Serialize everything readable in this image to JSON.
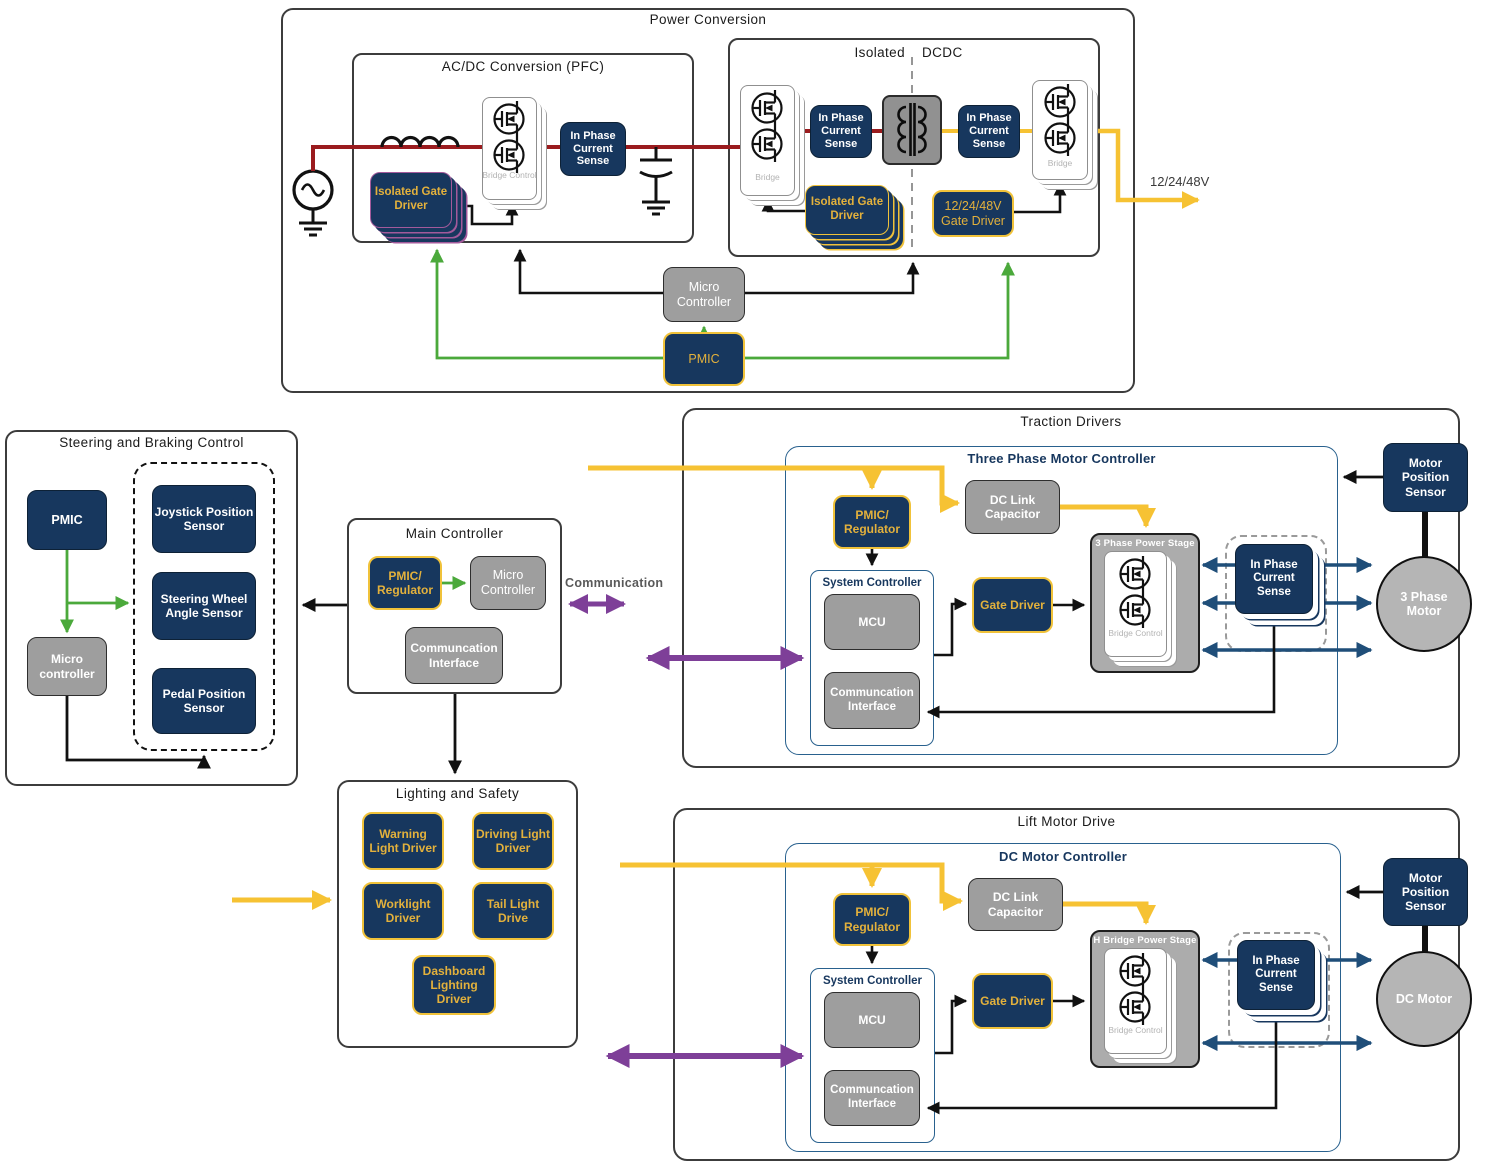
{
  "colors": {
    "navy": "#17375E",
    "gold_border": "#F0C23A",
    "gold_text": "#E3B13C",
    "green": "#4BA93B",
    "red_wire": "#9A1B1E",
    "yellow_wire": "#F6C233",
    "purple": "#7E3F98",
    "steel_blue": "#1F4E79",
    "gray_box": "#9E9E9E",
    "stage_gray": "#ACACAC",
    "motor_gray": "#B5B5B5"
  },
  "common": {
    "current_sense": "In Phase Current Sense",
    "bridge_control": "Bridge Control",
    "bridge": "Bridge",
    "isolated_gate_driver": "Isolated Gate Driver",
    "micro_controller": "Micro Controller",
    "pmic_regulator": "PMIC/ Regulator",
    "system_controller": "System Controller",
    "mcu": "MCU",
    "comm_interface": "Communcation Interface",
    "gate_driver": "Gate Driver",
    "dc_link_capacitor": "DC Link Capacitor",
    "motor_position_sensor": "Motor Position Sensor"
  },
  "power": {
    "title": "Power Conversion",
    "acdc_title": "AC/DC Conversion (PFC)",
    "dcdc_title_left": "Isolated",
    "dcdc_title_right": "DCDC",
    "v_gate_driver": "12/24/48V Gate Driver",
    "output_label": "12/24/48V",
    "pmic": "PMIC"
  },
  "steering": {
    "title": "Steering and Braking Control",
    "pmic": "PMIC",
    "micro_controller": "Micro controller",
    "joystick": "Joystick Position Sensor",
    "steering_wheel": "Steering Wheel Angle Sensor",
    "pedal": "Pedal Position Sensor"
  },
  "main": {
    "title": "Main Controller",
    "communication_label": "Communication"
  },
  "traction": {
    "title": "Traction Drivers",
    "controller_title": "Three Phase Motor Controller",
    "power_stage": "3 Phase Power Stage",
    "motor": "3 Phase Motor"
  },
  "lighting": {
    "title": "Lighting and Safety",
    "warning": "Warning Light Driver",
    "driving": "Driving Light Driver",
    "worklight": "Worklight Driver",
    "tail": "Tail Light Drive",
    "dashboard": "Dashboard Lighting Driver"
  },
  "lift": {
    "title": "Lift Motor Drive",
    "controller_title": "DC Motor Controller",
    "power_stage": "H Bridge Power Stage",
    "motor": "DC Motor"
  }
}
